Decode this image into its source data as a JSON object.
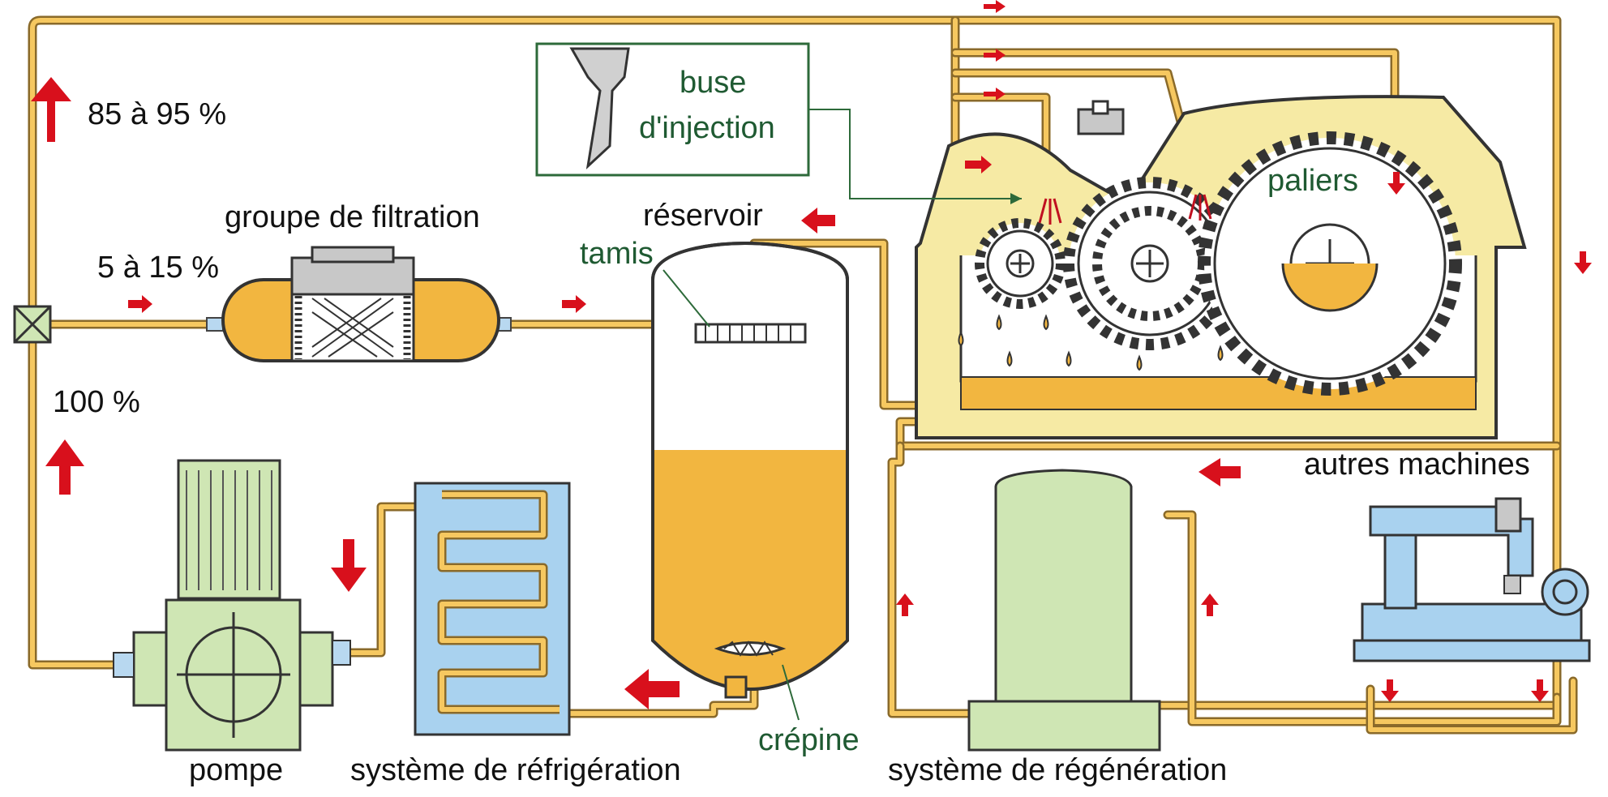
{
  "labels": {
    "pct_top": "85 à 95 %",
    "pct_mid": "5 à 15 %",
    "pct_bottom": "100 %",
    "filtration": "groupe de filtration",
    "reservoir": "réservoir",
    "tamis": "tamis",
    "buse_line1": "buse",
    "buse_line2": "d'injection",
    "paliers": "paliers",
    "autres_machines": "autres machines",
    "pompe": "pompe",
    "refrigeration": "système de réfrigération",
    "crepine": "crépine",
    "regeneration": "système de régénération"
  },
  "colors": {
    "oil": "#f2b640",
    "pipe_outline": "#8a6a2a",
    "pipe_fill": "#f6c860",
    "arrow": "#d8101c",
    "equipment_green": "#cfe6b4",
    "cooler_blue": "#a9d2ef",
    "gearbox": "#f6eaa4",
    "label_green": "#1f5a32"
  }
}
